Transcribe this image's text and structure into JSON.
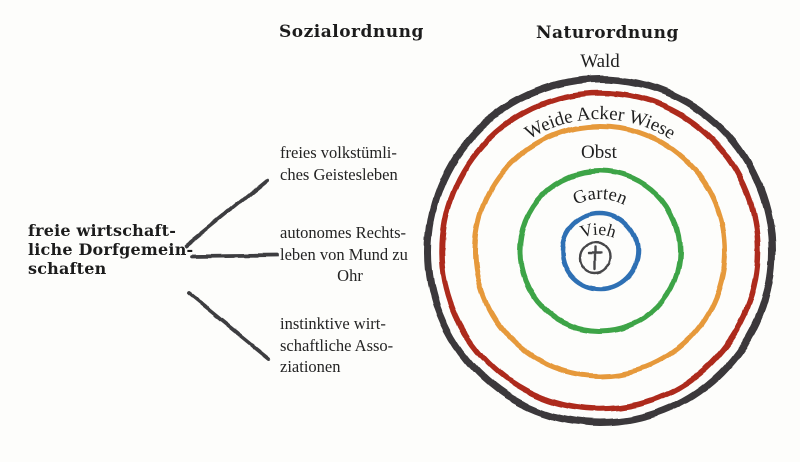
{
  "left": {
    "root_label_lines": [
      "freie wirtschaft-",
      "liche Dorfgemein-",
      "schaften"
    ]
  },
  "social": {
    "header": "Sozialordnung",
    "items": [
      {
        "lines": [
          "freies volkstümli-",
          "ches Geistesleben"
        ]
      },
      {
        "lines": [
          "autonomes Rechts-",
          "leben von Mund zu",
          "Ohr"
        ]
      },
      {
        "lines": [
          "instinktive wirt-",
          "schaftliche Asso-",
          "ziationen"
        ]
      }
    ]
  },
  "nature": {
    "header": "Naturordnung",
    "rings": [
      {
        "label": "Wald",
        "color": "#3a393b"
      },
      {
        "label": "Weide Acker Wiese",
        "color": "#ad2a1d"
      },
      {
        "label": "Obst",
        "color": "#e6993b"
      },
      {
        "label": "Garten",
        "color": "#3ea446"
      },
      {
        "label": "Vieh",
        "color": "#2f70b4"
      }
    ],
    "center_symbol": "circled-cross"
  },
  "colors": {
    "background": "#fdfdfb",
    "text": "#1f1f1f",
    "connector": "#3e3e40"
  }
}
